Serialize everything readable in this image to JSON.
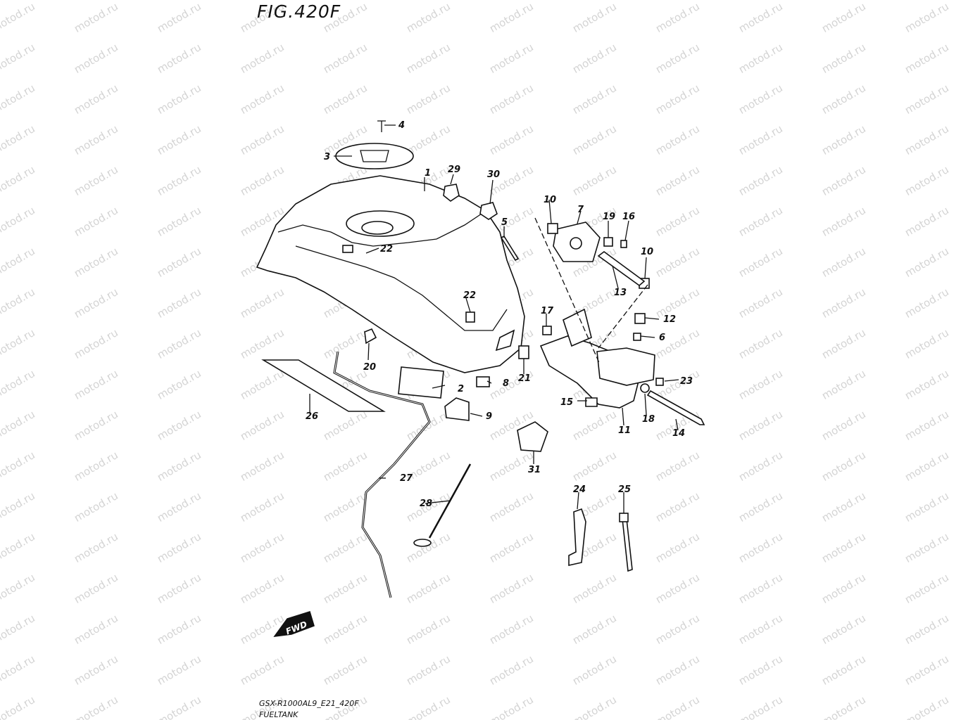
{
  "figure": {
    "title": "FIG.420F",
    "model_code": "GSX-R1000AL9_E21_420F",
    "caption": "FUELTANK",
    "fwd_label": "FWD",
    "watermark_text": "motod.ru"
  },
  "callouts": [
    "1",
    "2",
    "3",
    "4",
    "5",
    "6",
    "7",
    "8",
    "9",
    "10",
    "10",
    "11",
    "12",
    "13",
    "14",
    "15",
    "16",
    "17",
    "18",
    "19",
    "20",
    "21",
    "22",
    "22",
    "23",
    "24",
    "25",
    "26",
    "27",
    "28",
    "29",
    "30",
    "31"
  ],
  "colors": {
    "ink": "#111111",
    "watermark": "#d4d4d4",
    "background": "#ffffff"
  }
}
